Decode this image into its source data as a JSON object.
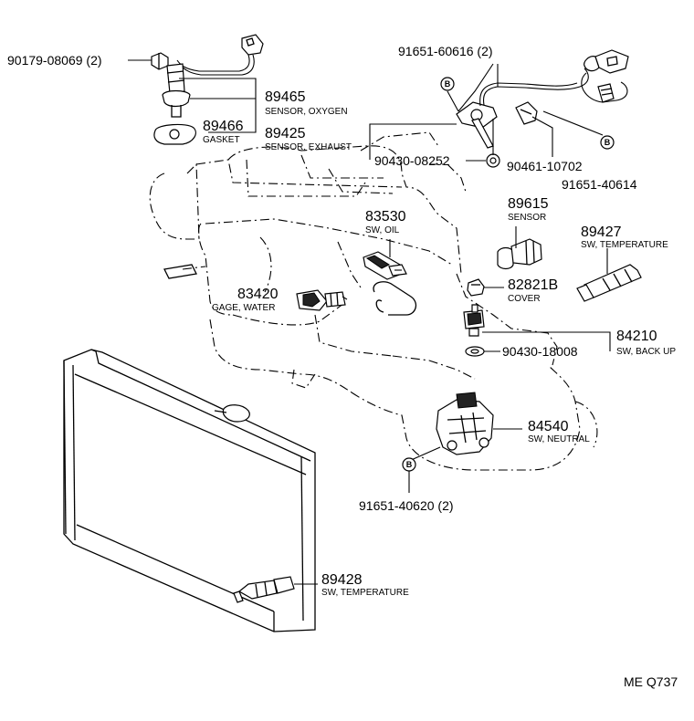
{
  "callouts": {
    "c90179": "90179-08069 (2)",
    "c89465": "89465",
    "c89465_desc": "SENSOR, OXYGEN",
    "c89466": "89466",
    "c89466_desc": "GASKET",
    "c89425": "89425",
    "c89425_desc": "SENSOR, EXHAUST",
    "c91651_60616": "91651-60616 (2)",
    "c90430_08252": "90430-08252",
    "c90461": "90461-10702",
    "c91651_40614": "91651-40614",
    "c83530": "83530",
    "c83530_desc": "SW, OIL",
    "c89615": "89615",
    "c89615_desc": "SENSOR",
    "c89427": "89427",
    "c89427_desc": "SW, TEMPERATURE",
    "c83420": "83420",
    "c83420_desc": "GAGE, WATER",
    "c82821": "82821B",
    "c82821_desc": "COVER",
    "c84210": "84210",
    "c84210_desc": "SW, BACK UP",
    "c90430_18008": "90430-18008",
    "c84540": "84540",
    "c84540_desc": "SW, NEUTRAL",
    "c91651_40620": "91651-40620 (2)",
    "c89428": "89428",
    "c89428_desc": "SW, TEMPERATURE",
    "ref_code": "ME Q737"
  },
  "markers": {
    "b_label": "B"
  },
  "icons": [
    "oxygen-sensor-icon",
    "exhaust-sensor-icon",
    "oil-switch-icon",
    "water-gage-icon",
    "temperature-switch-icon",
    "neutral-switch-icon",
    "back-up-switch-icon",
    "radiator-icon",
    "engine-outline-icon"
  ],
  "colors": {
    "ink": "#000000",
    "paper": "#ffffff"
  }
}
